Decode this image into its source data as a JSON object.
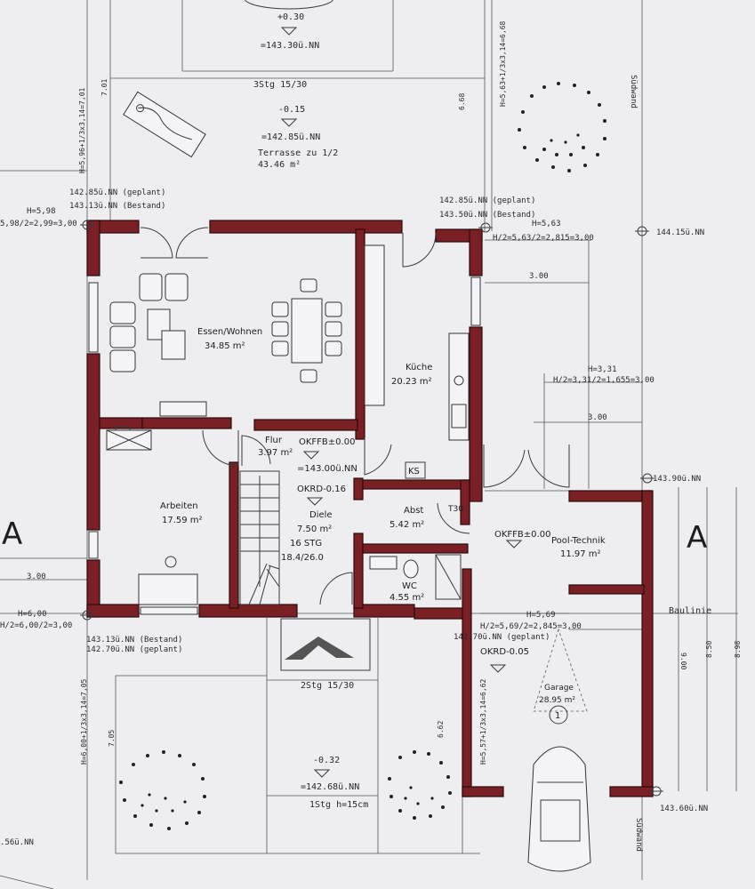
{
  "drawing": {
    "top": {
      "level_top": "+0.30",
      "level_top_nn": "=143.30ü.NN",
      "stair_top": "3Stg 15/30",
      "terrace_level": "-0.15",
      "terrace_level_nn": "=142.85ü.NN",
      "terrace_label": "Terrasse zu 1/2",
      "terrace_area": "43.46 m²"
    },
    "heights": {
      "left_top_planned": "142.85ü.NN (geplant)",
      "left_top_existing": "143.13ü.NN (Bestand)",
      "right_top_planned": "142.85ü.NN (geplant)",
      "right_top_existing": "143.50ü.NN (Bestand)",
      "right_edge": "144.15ü.NN",
      "bottom_left_existing": "143.13ü.NN (Bestand)",
      "bottom_left_planned": "142.70ü.NN (geplant)",
      "bottom_mid_planned": "142.70ü.NN (geplant)",
      "garage_corner": "143.90ü.NN",
      "bottom_right": "143.60ü.NN",
      "bottom_far_left": ".56ü.NN"
    },
    "dimensions": {
      "h598": "H=5,98",
      "h598_half": "5,98/2=2,99=3,00",
      "h563": "H=5,63",
      "h563_half": "H/2=5,63/2=2,815=3,00",
      "d300_a": "3.00",
      "h331": "H=3,31",
      "h331_half": "H/2=3,31/2=1,655=3,00",
      "d300_b": "3.00",
      "d300_left": "3.00",
      "h600": "H=6,00",
      "h600_half": "H/2=6,00/2=3,00",
      "h569": "H=5,69",
      "h569_half": "H/2=5,69/2=2,845=3,00",
      "vert_left_top": "H=5,96+1/3x3,14=7,01",
      "vert_right_top": "H=5,63+1/3x3,14=6,68",
      "d701": "7.01",
      "d668": "6.68",
      "vert_left_bottom": "H=6,00+1/3x3,14=7,05",
      "vert_right_bottom": "H=5,57+1/3x3,14=6,62",
      "d705": "7.05",
      "d662": "6.62",
      "d900": "9.00",
      "d850": "8.50",
      "d898": "8.98",
      "baulinie": "Baulinie",
      "suedwand_top": "Südwand",
      "suedwand_bottom": "Südwand"
    },
    "section_left": "A",
    "section_right": "A",
    "rooms": {
      "living_name": "Essen/Wohnen",
      "living_area": "34.85 m²",
      "kitchen_name": "Küche",
      "kitchen_area": "20.23 m²",
      "work_name": "Arbeiten",
      "work_area": "17.59 m²",
      "flur_name": "Flur",
      "flur_area": "3.97 m²",
      "okffb": "OKFFB±0.00",
      "okffb_nn": "=143.00ü.NN",
      "okrd_diele": "OKRD-0.16",
      "diele_name": "Diele",
      "diele_area": "7.50 m²",
      "stairs_count": "16 STG",
      "stairs_ratio": "18.4/26.0",
      "abst_name": "Abst",
      "abst_area": "5.42 m²",
      "t30": "T30",
      "ks": "KS",
      "wc_name": "WC",
      "wc_area": "4.55 m²",
      "pool_okffb": "OKFFB±0.00",
      "pool_name": "Pool-Technik",
      "pool_area": "11.97 m²",
      "garage_okrd": "OKRD-0.05",
      "garage_name": "Garage",
      "garage_area": "28.95 m²",
      "garage_num": "1"
    },
    "bottom": {
      "stair": "2Stg 15/30",
      "level": "-0.32",
      "level_nn": "=142.68ü.NN",
      "stair_height": "1Stg h=15cm"
    }
  }
}
